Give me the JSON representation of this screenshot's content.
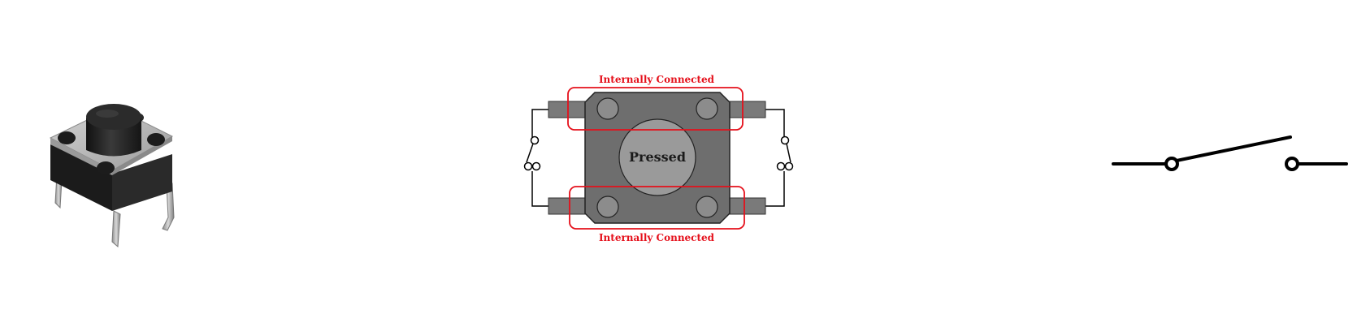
{
  "photo": {
    "subject": "tactile-push-button",
    "colors": {
      "body": "#1e1e1e",
      "plate": "#b9b9b9",
      "pins": "#a7a7a7"
    }
  },
  "diagram": {
    "top_label": "Internally Connected",
    "bottom_label": "Internally Connected",
    "center_label": "Pressed",
    "colors": {
      "body": "#6e6e6e",
      "pins": "#7a7a7a",
      "button": "#9a9a9a",
      "highlight": "#e5101b",
      "wire": "#000000"
    }
  },
  "symbol": {
    "type": "spst-switch-open",
    "color": "#000000"
  }
}
